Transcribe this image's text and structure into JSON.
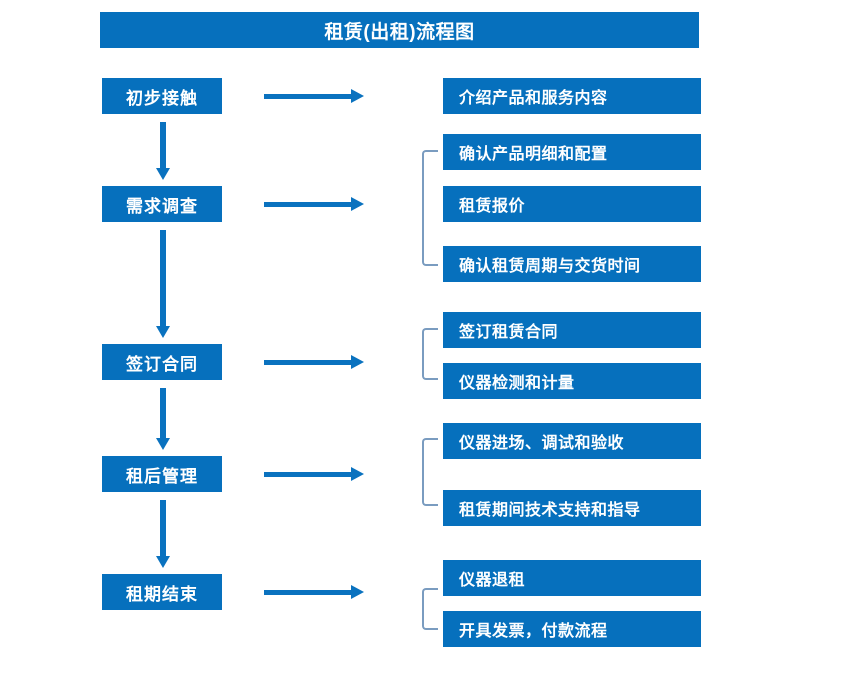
{
  "title": "租赁(出租)流程图",
  "colors": {
    "box_fill": "#0670bd",
    "box_text": "#ffffff",
    "arrow": "#0a72bf",
    "bracket": "#7a9cc0",
    "background": "#ffffff"
  },
  "stages": [
    {
      "label": "初步接触"
    },
    {
      "label": "需求调查"
    },
    {
      "label": "签订合同"
    },
    {
      "label": "租后管理"
    },
    {
      "label": "租期结束"
    }
  ],
  "groups": [
    {
      "stage": "初步接触",
      "bracketed": false,
      "details": [
        {
          "label": "介绍产品和服务内容"
        }
      ]
    },
    {
      "stage": "需求调查",
      "bracketed": true,
      "details": [
        {
          "label": "确认产品明细和配置"
        },
        {
          "label": "租赁报价"
        },
        {
          "label": "确认租赁周期与交货时间"
        }
      ]
    },
    {
      "stage": "签订合同",
      "bracketed": true,
      "details": [
        {
          "label": "签订租赁合同"
        },
        {
          "label": "仪器检测和计量"
        }
      ]
    },
    {
      "stage": "租后管理",
      "bracketed": true,
      "details": [
        {
          "label": "仪器进场、调试和验收"
        },
        {
          "label": "租赁期间技术支持和指导"
        }
      ]
    },
    {
      "stage": "租期结束",
      "bracketed": true,
      "details": [
        {
          "label": "仪器退租"
        },
        {
          "label": "开具发票，付款流程"
        }
      ]
    }
  ],
  "flow_arrows": {
    "horizontal_count": 5,
    "vertical_count": 4,
    "direction": "downward-then-right"
  }
}
